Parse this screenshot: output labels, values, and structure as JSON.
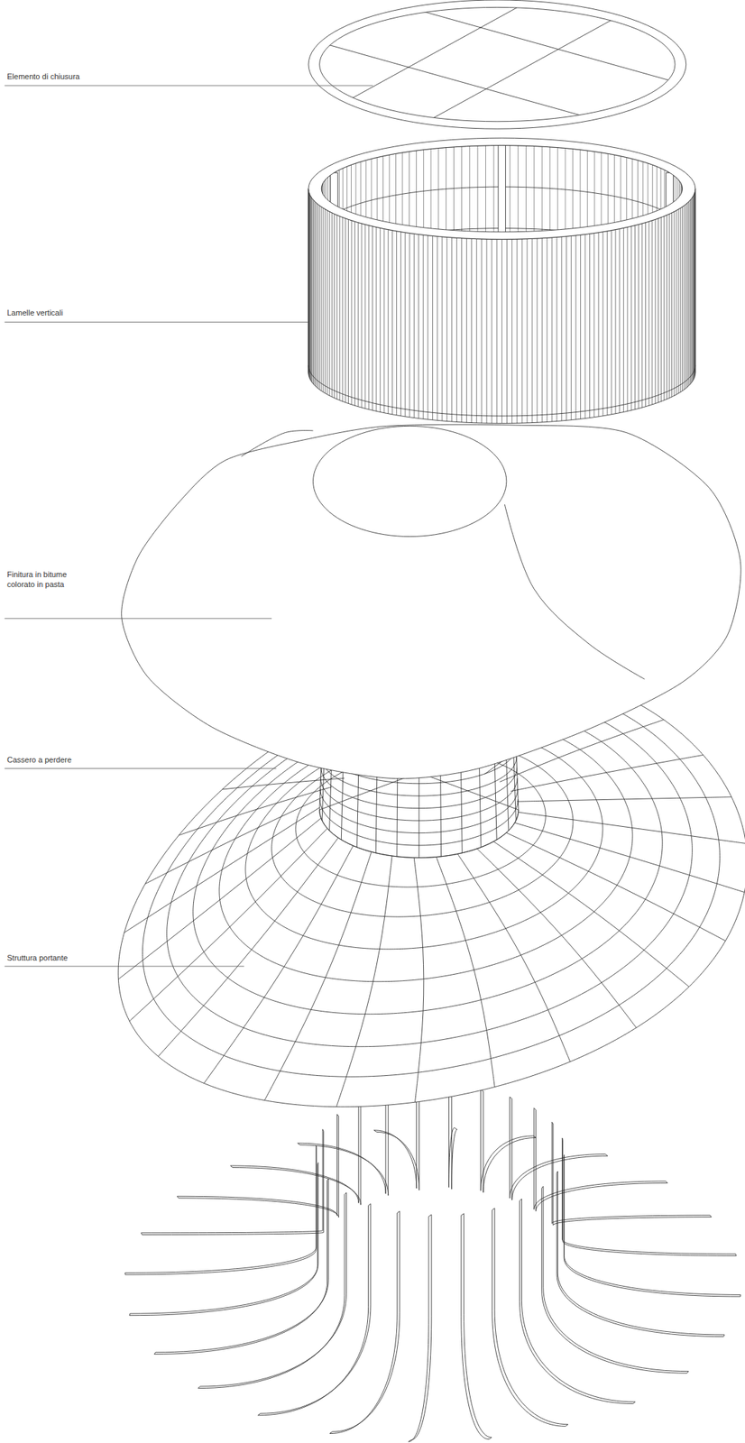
{
  "diagram": {
    "labels": [
      "Elemento di chiusura",
      "Lamelle verticali",
      "Finitura in bitume colorato in pasta",
      "Cassero a perdere",
      "Struttura portante"
    ]
  }
}
